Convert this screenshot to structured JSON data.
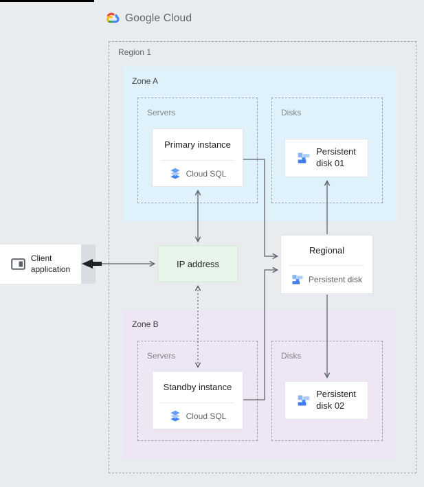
{
  "header": {
    "brand": "Google Cloud"
  },
  "diagram": {
    "region_label": "Region 1",
    "zone_a": {
      "label": "Zone A",
      "servers_label": "Servers",
      "disks_label": "Disks",
      "instance": {
        "title": "Primary instance",
        "product": "Cloud SQL"
      },
      "disk": {
        "line1": "Persistent",
        "line2": "disk 01"
      }
    },
    "zone_b": {
      "label": "Zone B",
      "servers_label": "Servers",
      "disks_label": "Disks",
      "instance": {
        "title": "Standby instance",
        "product": "Cloud SQL"
      },
      "disk": {
        "line1": "Persistent",
        "line2": "disk 02"
      }
    },
    "ip_box": {
      "label": "IP address"
    },
    "regional_disk": {
      "title": "Regional",
      "subtitle": "Persistent disk"
    },
    "client": {
      "line1": "Client",
      "line2": "application"
    }
  },
  "icons": {
    "brand": "google-cloud-icon",
    "instance": "cloud-sql-icon",
    "disk": "persistent-disk-icon",
    "client": "client-app-window-icon"
  },
  "colors": {
    "page_bg": "#e9ecef",
    "zone_a_bg": "#dff2fb",
    "zone_b_bg": "#efe6f5",
    "ip_bg": "#e6f4ea",
    "card_bg": "#ffffff",
    "dashed_border": "#9aa0a6",
    "arrow": "#5f6368",
    "google_blue": "#4285f4",
    "google_red": "#ea4335",
    "google_yellow": "#fbbc05",
    "google_green": "#34a853"
  }
}
